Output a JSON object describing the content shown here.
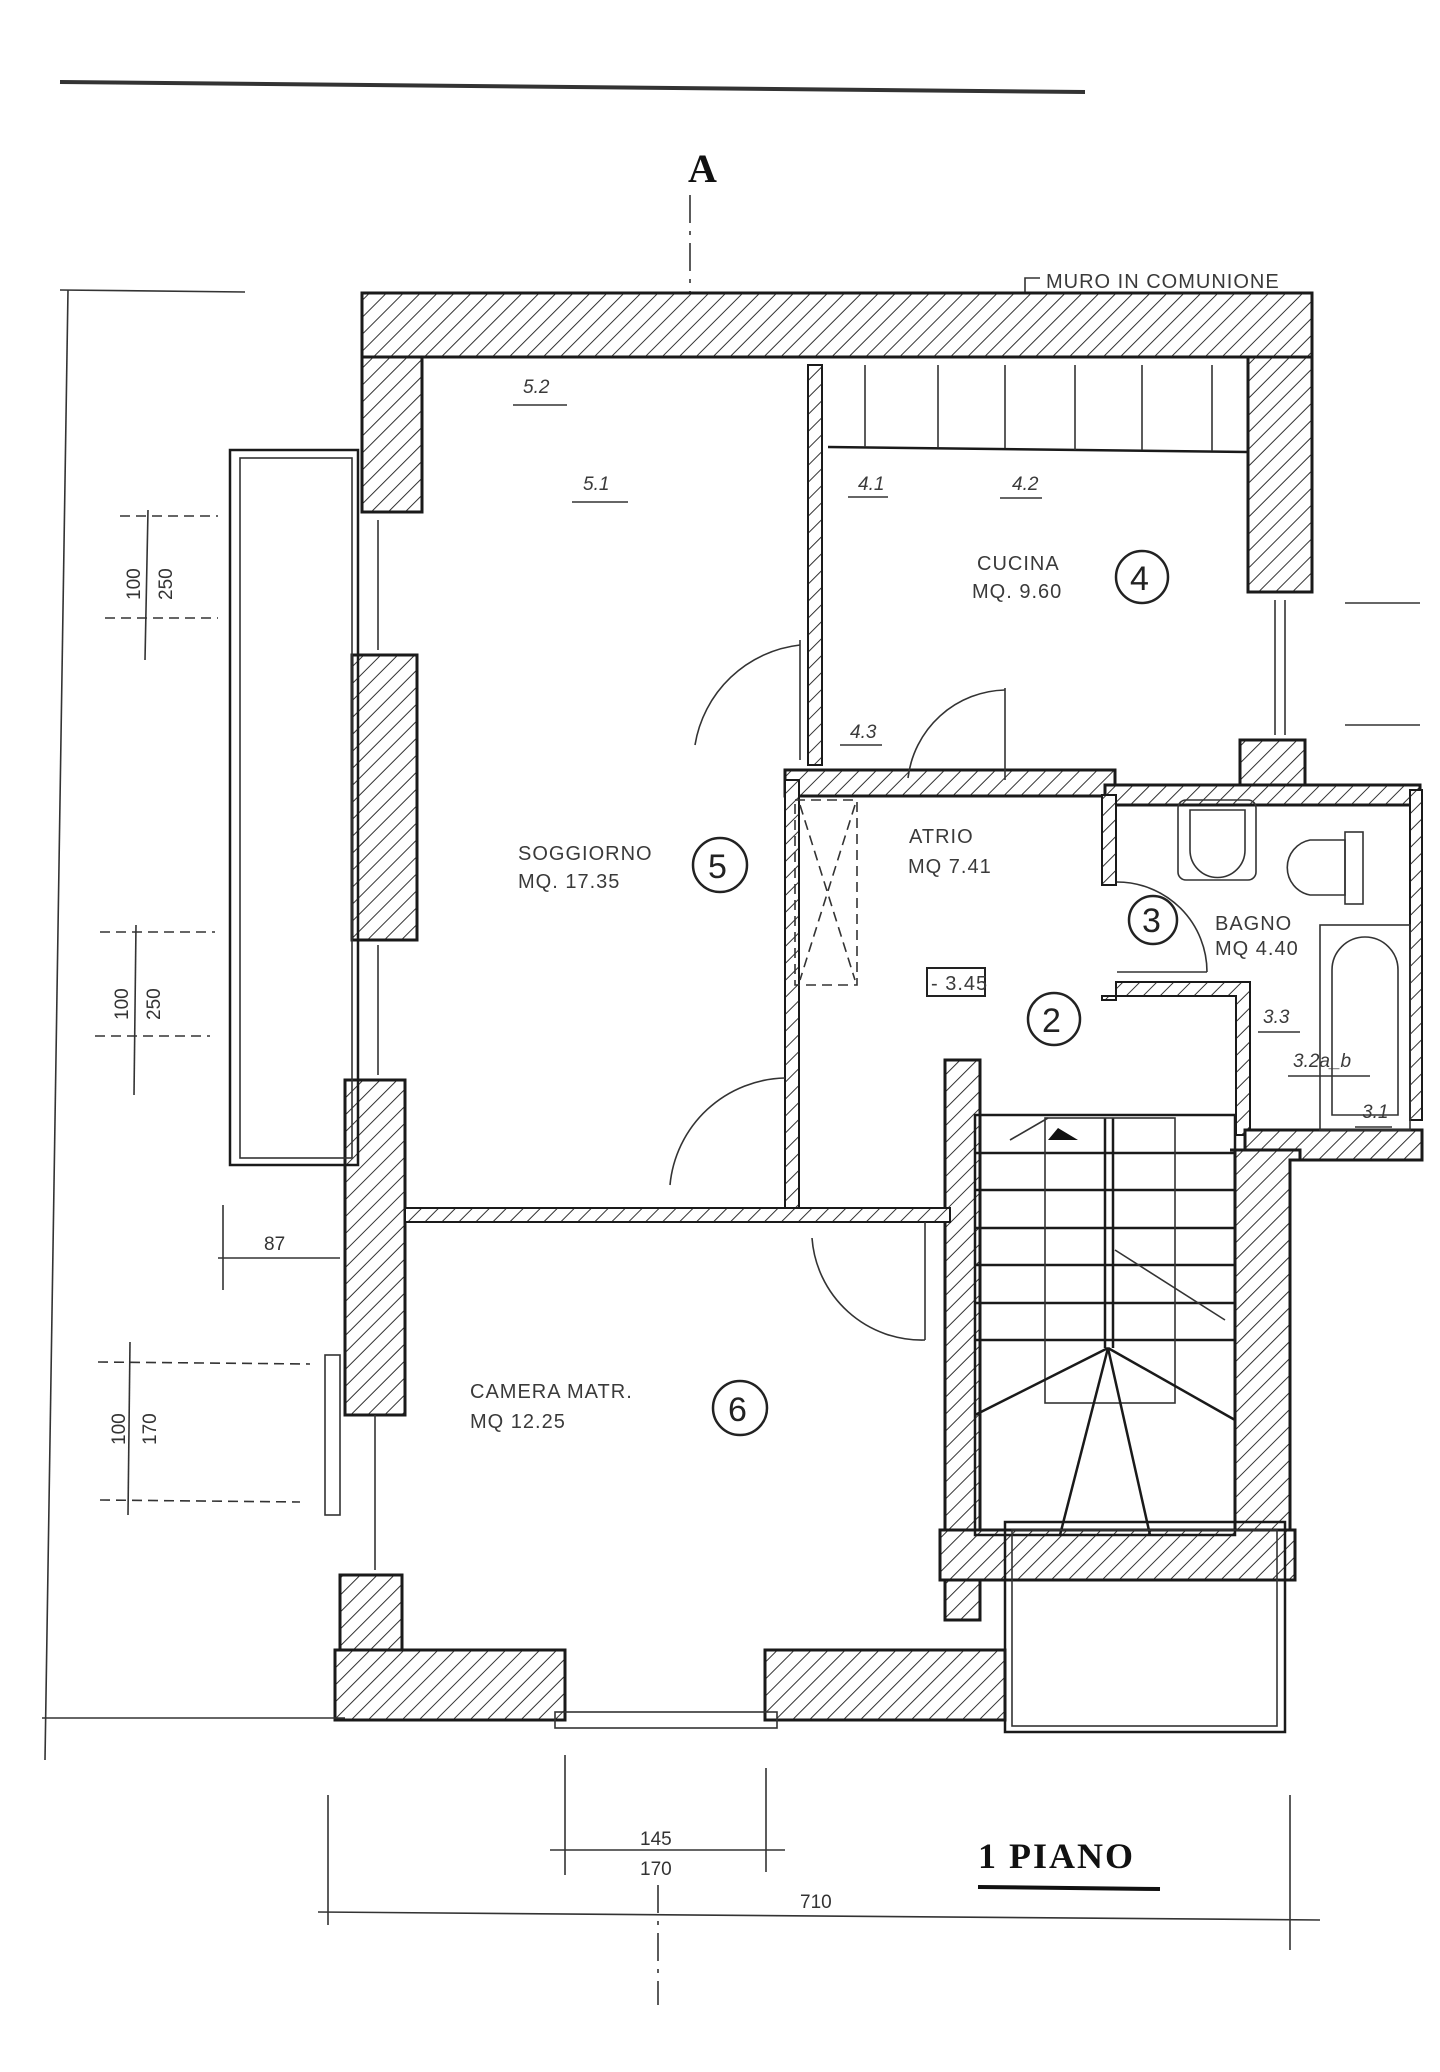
{
  "drawing": {
    "section_marker": "A",
    "shared_wall_note": "MURO IN COMUNIONE",
    "floor_title": "1 PIANO",
    "background": "#ffffff",
    "ink": "#1a1a1a"
  },
  "rooms": [
    {
      "id": "2",
      "name": "ATRIO",
      "area": "MQ 7.41"
    },
    {
      "id": "3",
      "name": "BAGNO",
      "area": "MQ 4.40"
    },
    {
      "id": "4",
      "name": "CUCINA",
      "area": "MQ. 9.60"
    },
    {
      "id": "5",
      "name": "SOGGIORNO",
      "area": "MQ.  17.35"
    },
    {
      "id": "6",
      "name": "CAMERA  MATR.",
      "area": "MQ  12.25"
    }
  ],
  "sub_labels": {
    "s52": "5.2",
    "s51": "5.1",
    "s41": "4.1",
    "s42": "4.2",
    "s43": "4.3",
    "s33": "3.3",
    "s32": "3.2a_b",
    "s31": "3.1"
  },
  "level_mark": "- 3.45",
  "dimensions": {
    "win_top_a": "100",
    "win_top_b": "250",
    "win_mid_a": "100",
    "win_mid_b": "250",
    "offset_87": "87",
    "win_low_a": "100",
    "win_low_b": "170",
    "bottom_win_a": "145",
    "bottom_win_b": "170",
    "total_width": "710"
  }
}
